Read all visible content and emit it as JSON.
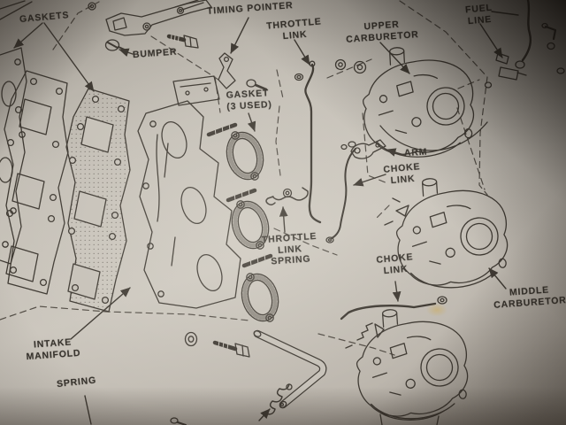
{
  "page_type": "exploded-parts-diagram",
  "labels": {
    "gaskets": "GASKETS",
    "bumper": "BUMPER",
    "timing_pointer": "TIMING POINTER",
    "throttle_link": "THROTTLE\nLINK",
    "upper_carburetor": "UPPER\nCARBURETOR",
    "fuel_line": "FUEL\nLINE",
    "gasket_3_used": "GASKET\n(3 USED)",
    "arm": "ARM",
    "choke_link_upper": "CHOKE\nLINK",
    "throttle_link_spring": "THROTTLE\nLINK\nSPRING",
    "choke_link_lower": "CHOKE\nLINK",
    "middle_carburetor": "MIDDLE\nCARBURETOR",
    "intake_manifold": "INTAKE\nMANIFOLD",
    "spring": "SPRING"
  },
  "colors": {
    "paper": "#c6c1b8",
    "ink": "#3f3a33"
  }
}
